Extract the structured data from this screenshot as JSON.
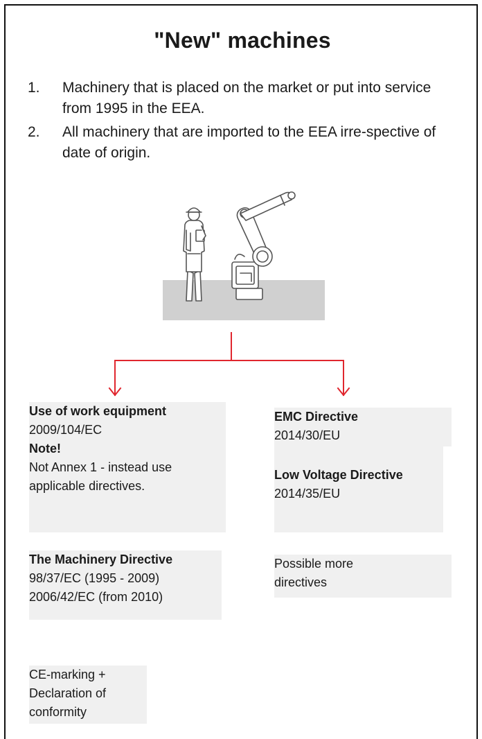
{
  "title": "\"New\" machines",
  "list": [
    {
      "num": "1.",
      "text": "Machinery that is placed on the market or put into service from 1995 in the EEA."
    },
    {
      "num": "2.",
      "text": "All machinery that are imported to the EEA irre-spective of date of origin."
    }
  ],
  "left_column": {
    "work_equipment": {
      "heading": "Use of work equipment",
      "code": "2009/104/EC",
      "note_heading": "Note!",
      "note_text": "Not Annex 1 - instead use applicable directives."
    },
    "machinery_directive": {
      "heading": "The Machinery Directive",
      "line1": "98/37/EC (1995 - 2009)",
      "line2": "2006/42/EC (from 2010)"
    },
    "ce_marking": {
      "text": "CE-marking + Declaration of conformity"
    }
  },
  "right_column": {
    "emc": {
      "heading": "EMC Directive",
      "code": "2014/30/EU"
    },
    "low_voltage": {
      "heading": "Low Voltage Directive",
      "code": "2014/35/EU"
    },
    "more": {
      "text": "Possible more directives"
    }
  },
  "colors": {
    "arrow": "#e0262e",
    "box_bg": "#f0f0f0",
    "floor": "#d0d0d0",
    "border": "#111111"
  },
  "icons": [
    "worker-icon",
    "industrial-robot-icon"
  ]
}
